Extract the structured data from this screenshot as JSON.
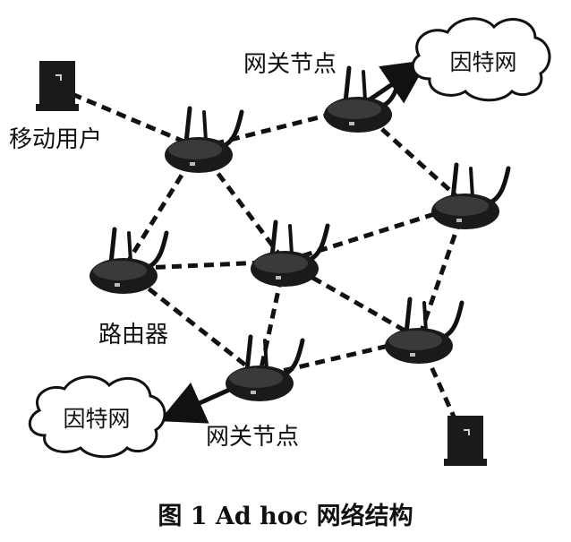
{
  "labels": {
    "mobile_user": "移动用户",
    "router": "路由器",
    "gateway_top": "网关节点",
    "gateway_bottom": "网关节点"
  },
  "clouds": {
    "top": "因特网",
    "bottom": "因特网"
  },
  "caption": "图 1  Ad hoc 网络结构",
  "icons": {
    "router": "router-icon",
    "computer": "computer-terminal-icon",
    "cloud": "internet-cloud-icon"
  },
  "nodes": [
    {
      "id": "r_top_left",
      "type": "router"
    },
    {
      "id": "r_gateway_top",
      "type": "router"
    },
    {
      "id": "r_right",
      "type": "router"
    },
    {
      "id": "r_left",
      "type": "router"
    },
    {
      "id": "r_center",
      "type": "router"
    },
    {
      "id": "r_lower_right",
      "type": "router"
    },
    {
      "id": "r_gateway_bottom",
      "type": "router"
    },
    {
      "id": "pc_top_left",
      "type": "computer"
    },
    {
      "id": "pc_bottom_right",
      "type": "computer"
    }
  ],
  "links": [
    [
      "pc_top_left",
      "r_top_left"
    ],
    [
      "r_top_left",
      "r_gateway_top"
    ],
    [
      "r_top_left",
      "r_left"
    ],
    [
      "r_top_left",
      "r_center"
    ],
    [
      "r_gateway_top",
      "r_right"
    ],
    [
      "r_right",
      "r_center"
    ],
    [
      "r_right",
      "r_lower_right"
    ],
    [
      "r_left",
      "r_center"
    ],
    [
      "r_left",
      "r_gateway_bottom"
    ],
    [
      "r_center",
      "r_gateway_bottom"
    ],
    [
      "r_center",
      "r_lower_right"
    ],
    [
      "r_lower_right",
      "r_gateway_bottom"
    ],
    [
      "r_lower_right",
      "pc_bottom_right"
    ]
  ],
  "arrows": [
    [
      "r_gateway_top",
      "cloud_top"
    ],
    [
      "r_gateway_bottom",
      "cloud_bottom"
    ]
  ]
}
